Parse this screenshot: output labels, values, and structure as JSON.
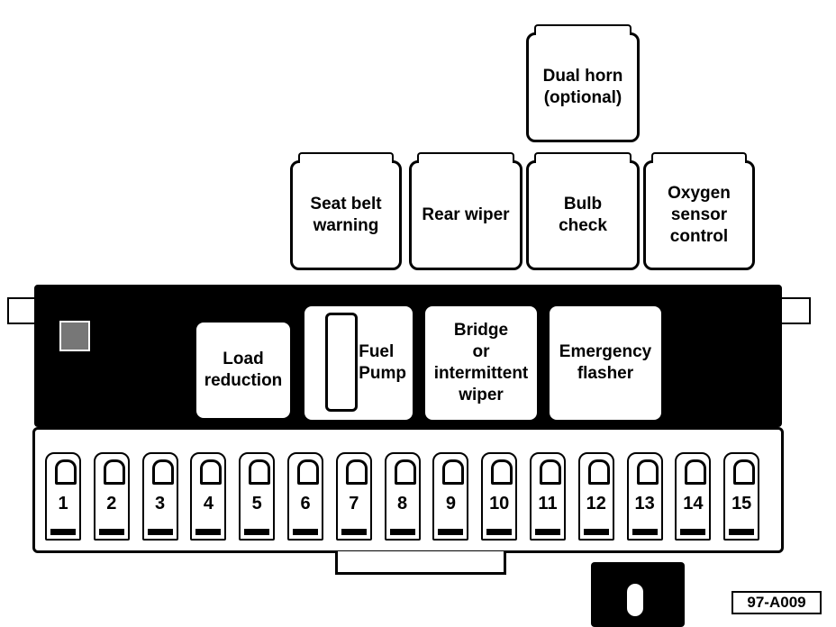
{
  "top_relays": [
    {
      "name": "dual-horn-relay",
      "label": "Dual horn\n(optional)"
    },
    {
      "name": "seat-belt-relay",
      "label": "Seat belt\nwarning"
    },
    {
      "name": "rear-wiper-relay",
      "label": "Rear wiper"
    },
    {
      "name": "bulb-check-relay",
      "label": "Bulb\ncheck"
    },
    {
      "name": "oxygen-sensor-relay",
      "label": "Oxygen\nsensor\ncontrol"
    }
  ],
  "panel_relays": [
    {
      "name": "load-reduction-relay",
      "label": "Load\nreduction"
    },
    {
      "name": "fuel-pump-relay",
      "label": "Fuel\nPump"
    },
    {
      "name": "bridge-wiper-relay",
      "label": "Bridge\nor\nintermittent\nwiper"
    },
    {
      "name": "emergency-flasher-relay",
      "label": "Emergency\nflasher"
    }
  ],
  "fuses": [
    "1",
    "2",
    "3",
    "4",
    "5",
    "6",
    "7",
    "8",
    "9",
    "10",
    "11",
    "12",
    "13",
    "14",
    "15"
  ],
  "figure_code": "97-A009"
}
